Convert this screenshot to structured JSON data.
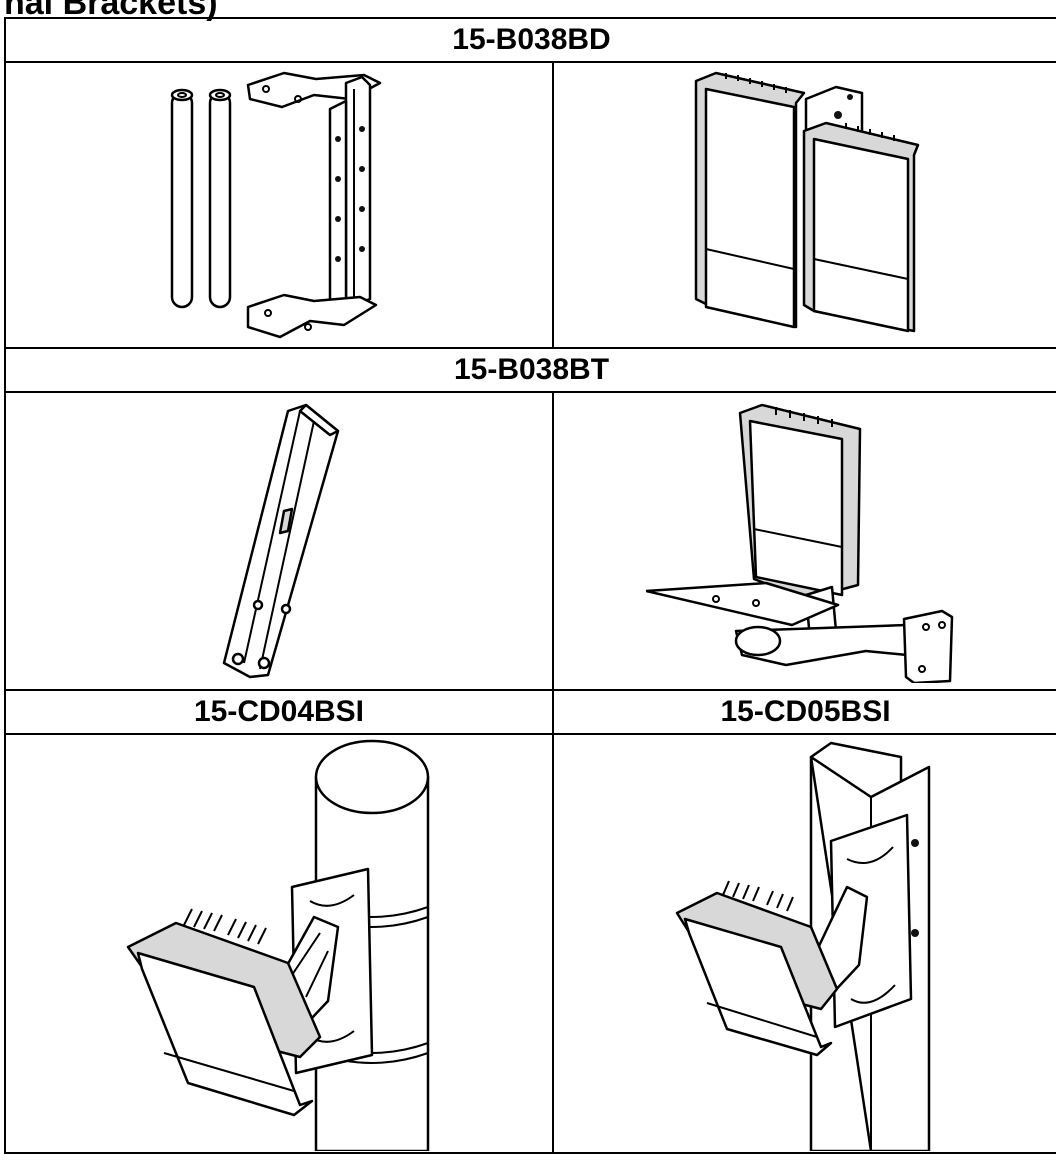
{
  "heading": "nal Brackets)",
  "sections": [
    {
      "label": "15-B038BD"
    },
    {
      "label": "15-B038BT"
    }
  ],
  "bottom_labels": [
    "15-CD04BSI",
    "15-CD05BSI"
  ],
  "illustrations": [
    "bracket-parts-tubes-and-u-bracket-icon",
    "dual-illuminator-on-bracket-icon",
    "angle-rail-bracket-icon",
    "illuminator-on-wall-arm-bracket-icon",
    "illuminator-on-round-pole-icon",
    "illuminator-on-corner-post-icon"
  ]
}
